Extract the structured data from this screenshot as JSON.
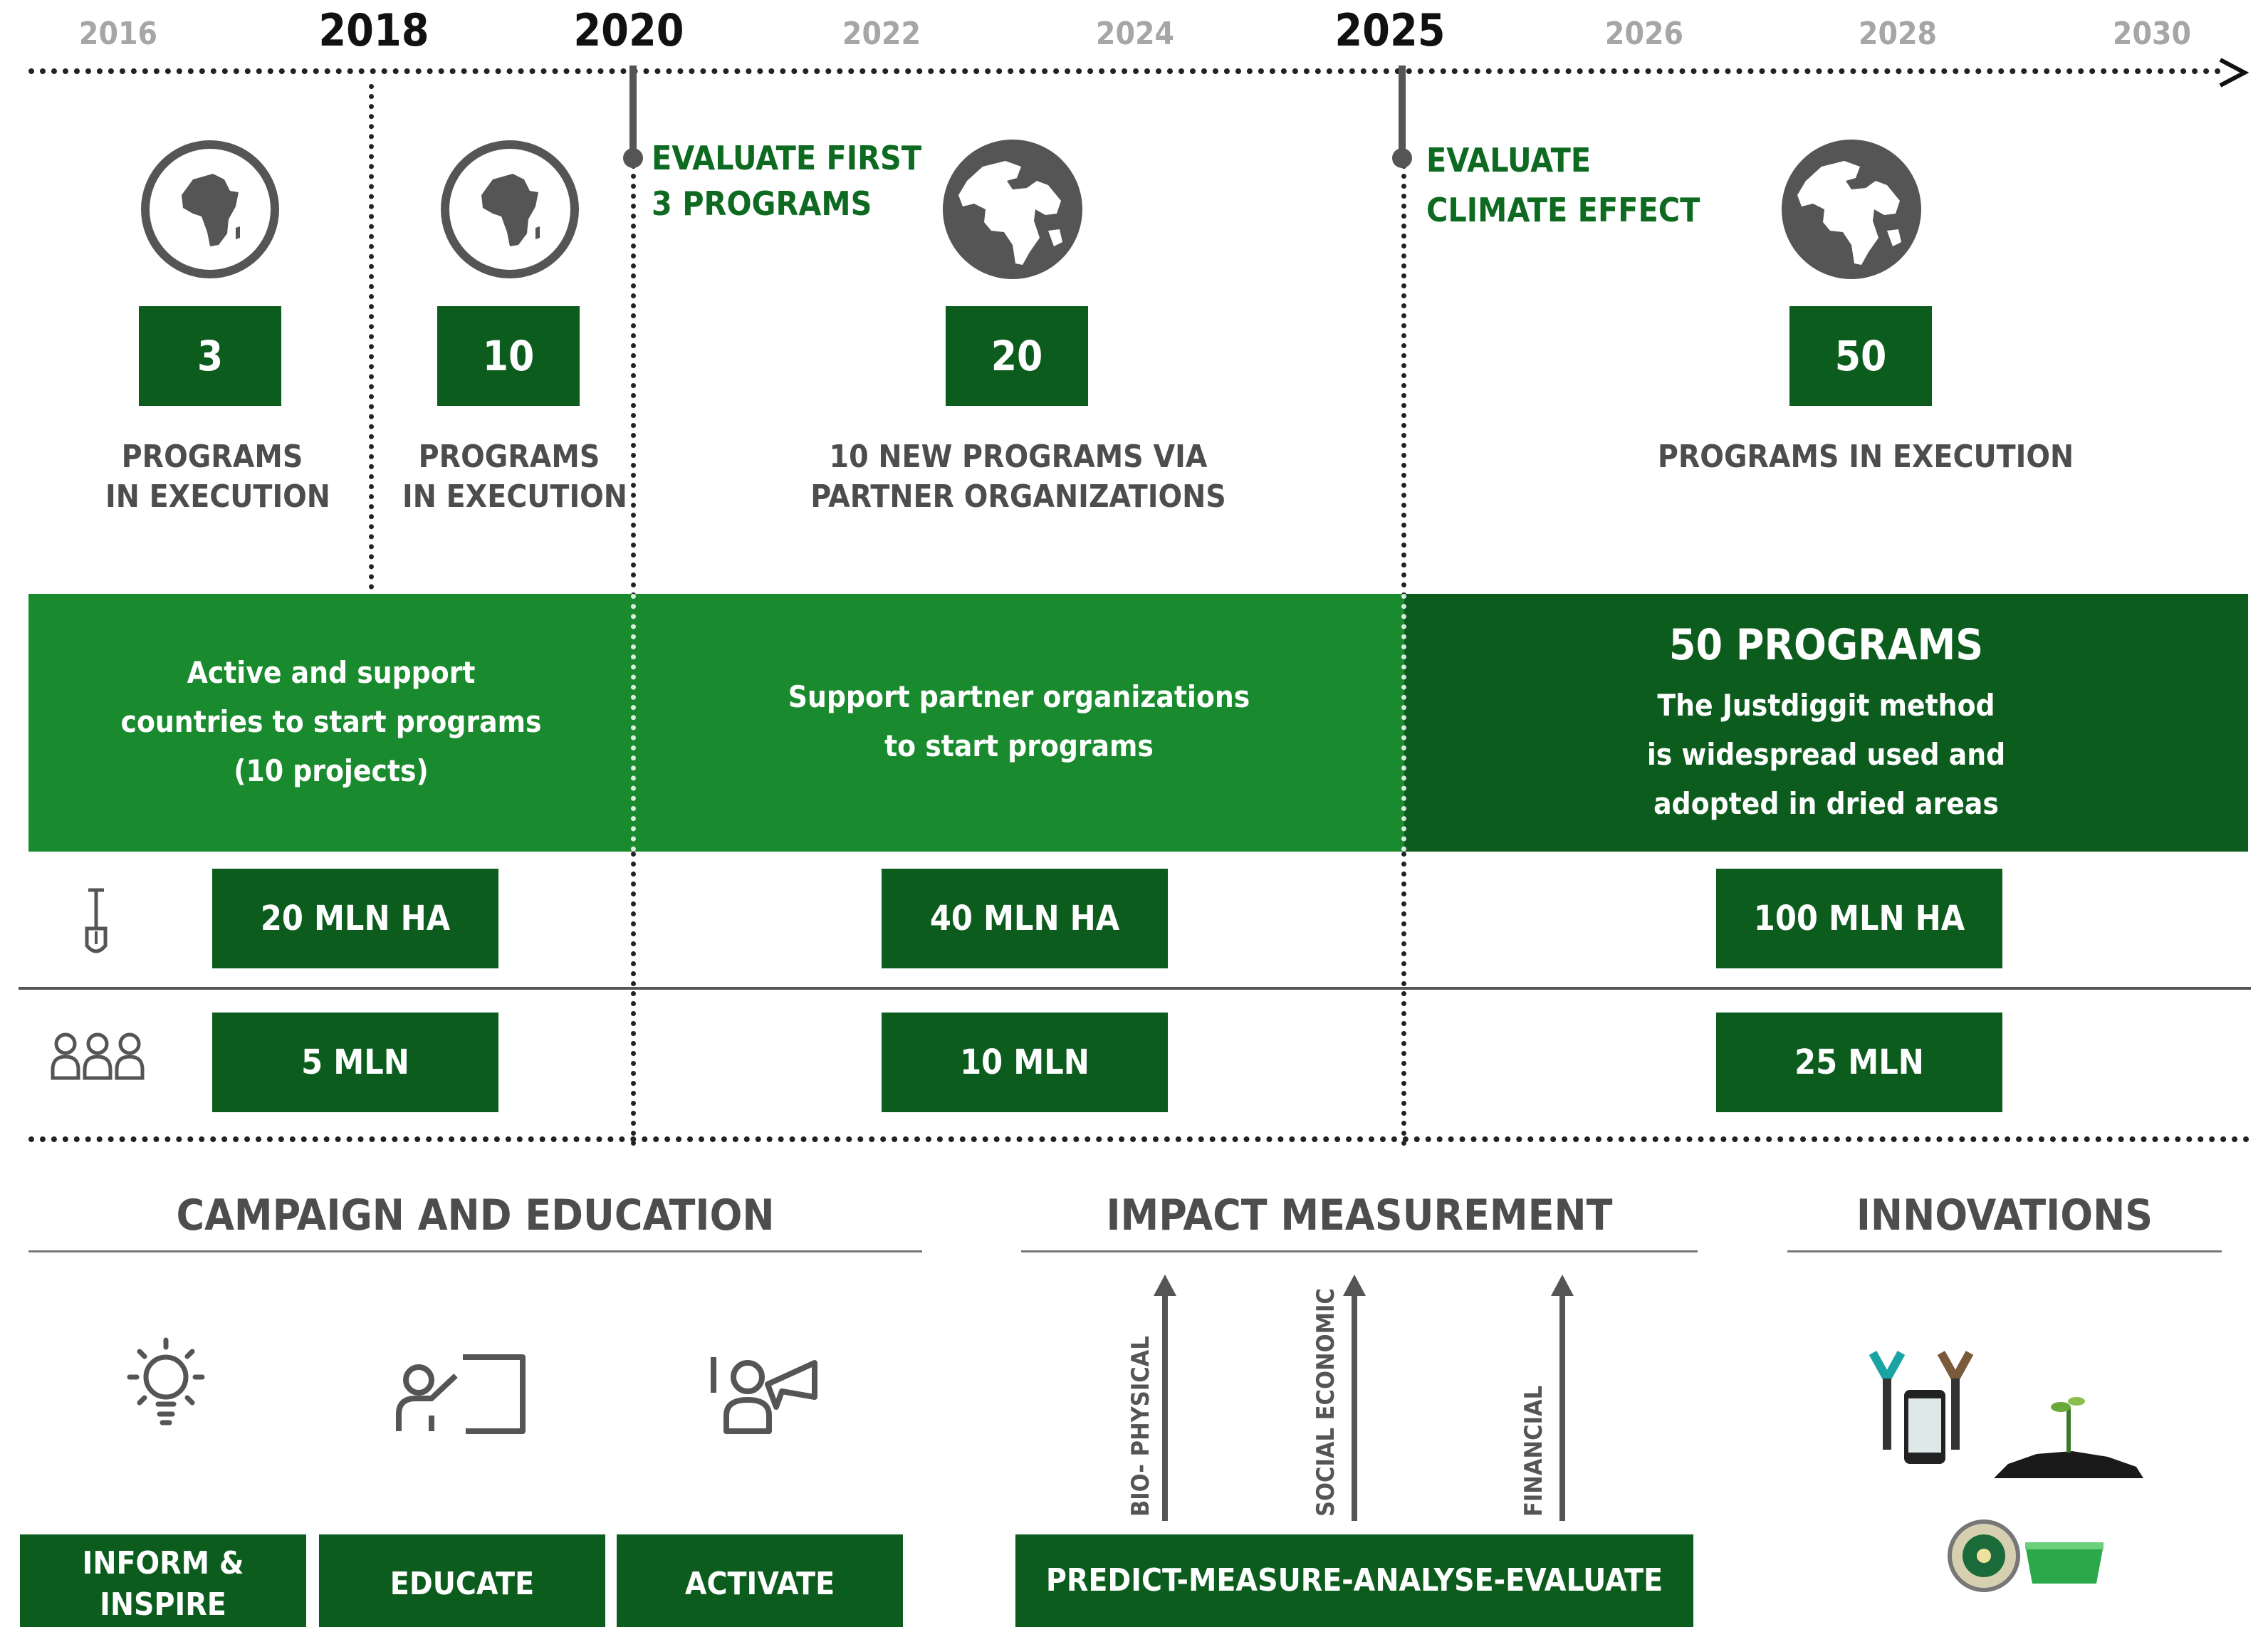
{
  "timeline": {
    "years": [
      "2016",
      "2018",
      "2020",
      "2022",
      "2024",
      "2025",
      "2026",
      "2028",
      "2030"
    ]
  },
  "milestones": {
    "m2020": [
      "EVALUATE FIRST",
      "3 PROGRAMS"
    ],
    "m2025": [
      "EVALUATE",
      "CLIMATE EFFECT"
    ]
  },
  "programs": [
    {
      "value": "3",
      "caption": [
        "PROGRAMS",
        "IN EXECUTION"
      ],
      "icon": "africa-globe-icon"
    },
    {
      "value": "10",
      "caption": [
        "PROGRAMS",
        "IN EXECUTION"
      ],
      "icon": "africa-globe-icon"
    },
    {
      "value": "20",
      "caption": [
        "10 NEW PROGRAMS VIA",
        "PARTNER ORGANIZATIONS"
      ],
      "icon": "world-globe-icon"
    },
    {
      "value": "50",
      "caption": [
        "PROGRAMS IN EXECUTION"
      ],
      "icon": "world-globe-icon"
    }
  ],
  "phases": [
    {
      "lines": [
        "Active and support",
        "countries to start programs",
        "(10 projects)"
      ],
      "color": "#1a8a2e"
    },
    {
      "lines": [
        "Support partner organizations",
        "to start programs"
      ],
      "color": "#1a8a2e"
    },
    {
      "title": "50 PROGRAMS",
      "lines": [
        "The Justdiggit method",
        "is widespread used and",
        "adopted in dried areas"
      ],
      "color": "#0c5c1e"
    }
  ],
  "hectares": {
    "icon": "shovel-icon",
    "values": [
      "20 MLN HA",
      "40 MLN HA",
      "100 MLN HA"
    ]
  },
  "people": {
    "icon": "people-icon",
    "values": [
      "5 MLN",
      "10 MLN",
      "25 MLN"
    ]
  },
  "sections": {
    "campaign": {
      "title": "CAMPAIGN AND EDUCATION",
      "buttons": [
        {
          "label": [
            "INFORM &",
            "INSPIRE"
          ],
          "icon": "lightbulb-icon"
        },
        {
          "label": [
            "EDUCATE"
          ],
          "icon": "presentation-icon"
        },
        {
          "label": [
            "ACTIVATE"
          ],
          "icon": "megaphone-icon"
        }
      ]
    },
    "impact": {
      "title": "IMPACT MEASUREMENT",
      "arrows": [
        "BIO- PHYSICAL",
        "SOCIAL ECONOMIC",
        "FINANCIAL"
      ],
      "button": "PREDICT-MEASURE-ANALYSE-EVALUATE"
    },
    "innovations": {
      "title": "INNOVATIONS",
      "icons": [
        "soil-sensor-phone-icon",
        "seedling-icon",
        "solar-device-icon",
        "water-tray-icon"
      ]
    }
  },
  "colors": {
    "dark_green": "#0c5c1e",
    "mid_green": "#1a8a2e",
    "label_green": "#0d6a20",
    "gray": "#4d4d4d"
  }
}
